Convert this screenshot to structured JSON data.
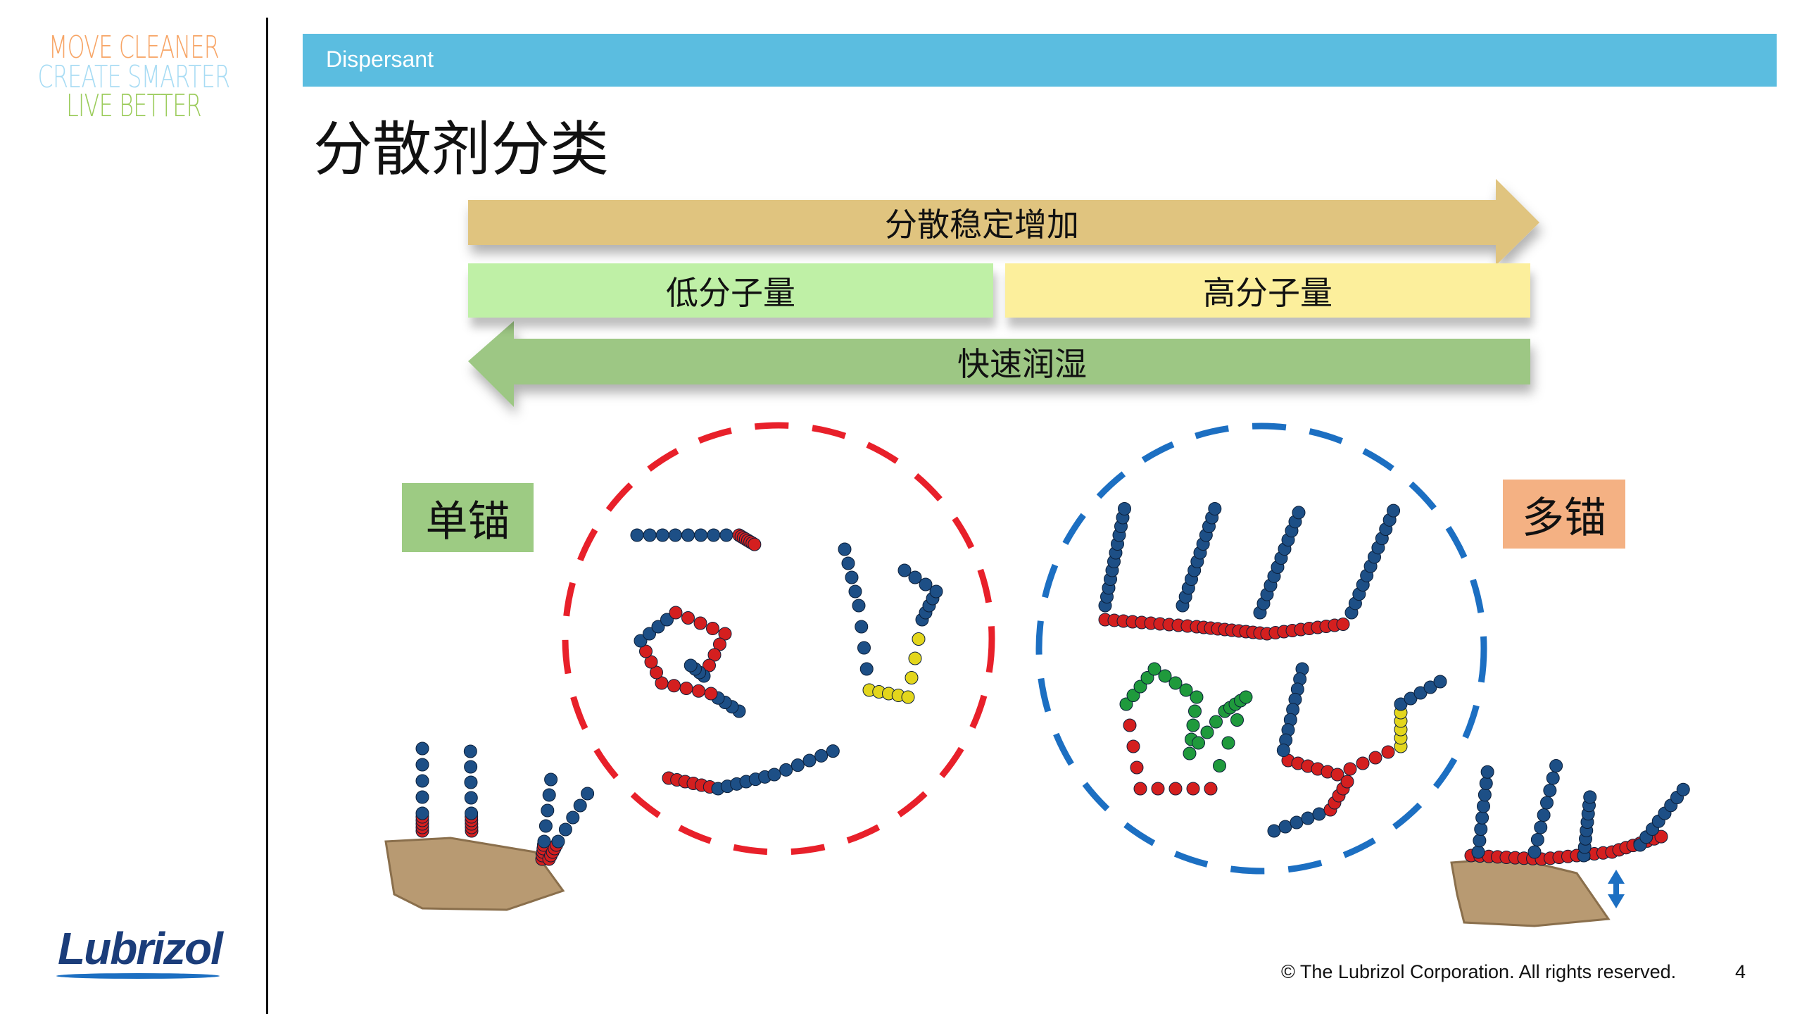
{
  "tagline": {
    "line1": "MOVE CLEANER",
    "line2": "CREATE SMARTER",
    "line3": "LIVE BETTER"
  },
  "header": {
    "section": "Dispersant"
  },
  "title": "分散剂分类",
  "arrows": {
    "stability": "分散稳定增加",
    "wetting": "快速润湿"
  },
  "boxes": {
    "low_mw": "低分子量",
    "high_mw": "高分子量",
    "single_anchor": "单锚",
    "multi_anchor": "多锚"
  },
  "colors": {
    "header": "#5bbde0",
    "stability_arrow": "#e0c47f",
    "wetting_arrow": "#9dc784",
    "low_mw": "#bff0a6",
    "high_mw": "#fcef9c",
    "single_anchor": "#9dcb83",
    "multi_anchor": "#f4b183",
    "red_circle": "#e8202a",
    "blue_circle": "#1c6fc2"
  },
  "logo": "Lubrizol",
  "footer": {
    "copyright": "© The Lubrizol Corporation. All rights reserved.",
    "page": "4"
  }
}
